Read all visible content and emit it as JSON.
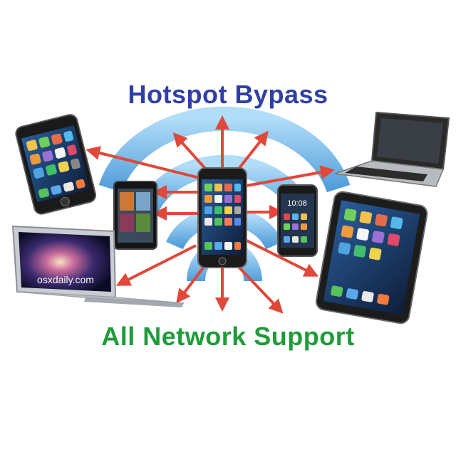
{
  "title": "Hotspot Bypass",
  "subtitle": "All Network Support",
  "watermark": "osxdaily.com",
  "phone_clock": "10:08",
  "colors": {
    "title": "#2f3fa8",
    "subtitle": "#1f9b3a",
    "arrows": "#e0483a",
    "wifi_waves": "#6ab7e8"
  },
  "devices": [
    {
      "name": "iphone-left"
    },
    {
      "name": "android-tablet-small"
    },
    {
      "name": "iphone-center"
    },
    {
      "name": "htc-phone"
    },
    {
      "name": "macbook-air"
    },
    {
      "name": "ipad"
    },
    {
      "name": "laptop-black"
    }
  ]
}
